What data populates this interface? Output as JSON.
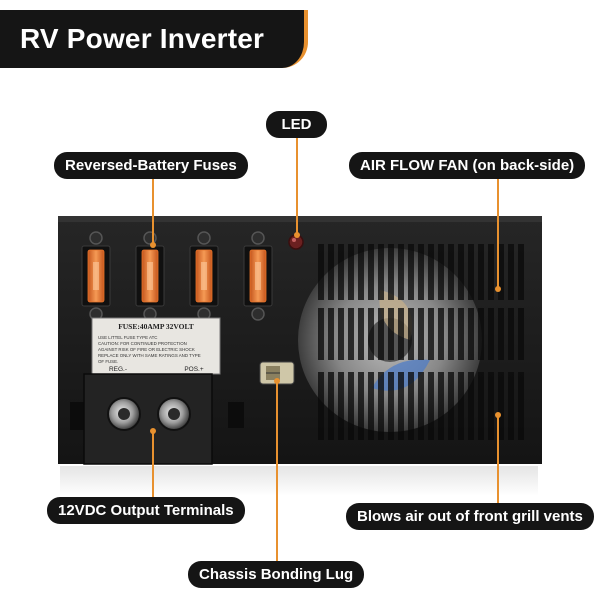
{
  "title": "RV Power Inverter",
  "labels": {
    "led": "LED",
    "fuses": "Reversed-Battery Fuses",
    "fan": "AIR FLOW FAN (on back-side)",
    "output": "12VDC Output Terminals",
    "vents": "Blows air out of front grill vents",
    "lug": "Chassis Bonding Lug"
  },
  "fuse_plate": {
    "heading": "FUSE:40AMP 32VOLT",
    "lines": [
      "USE LITTEL FUSE TYPE ATC",
      "CAUTION: FOR CONTINUED PROTECTION",
      "AGAINST RISK OF FIRE OR ELECTRIC SHOCK",
      "REPLACE ONLY WITH SAME RATINGS AND TYPE",
      "OF FUSE."
    ],
    "neg": "REG.-",
    "pos": "POS.+"
  },
  "colors": {
    "accent": "#e8912f",
    "banner": "#151515",
    "chassis": "#1b1b1b",
    "fuse": "#e8742a"
  }
}
